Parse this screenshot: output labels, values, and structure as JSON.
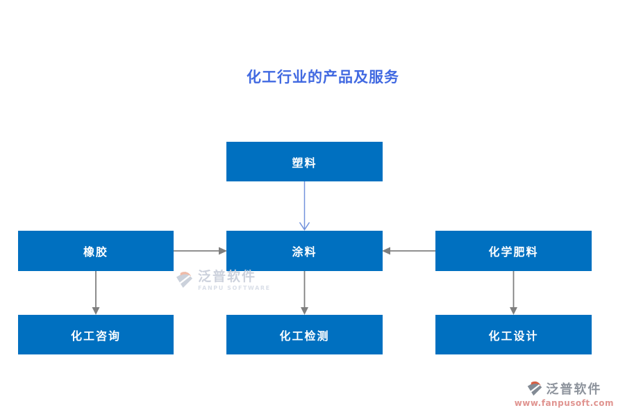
{
  "title": "化工行业的产品及服务",
  "colors": {
    "node_fill": "#0070C0",
    "node_text": "#ffffff",
    "title": "#4169E1",
    "arrow_gray": "#7f7f7f",
    "arrow_blue": "#7191DC"
  },
  "nodes": [
    {
      "id": "plastic",
      "label": "塑料"
    },
    {
      "id": "rubber",
      "label": "橡胶"
    },
    {
      "id": "coating",
      "label": "涂料"
    },
    {
      "id": "fertilizer",
      "label": "化学肥料"
    },
    {
      "id": "consulting",
      "label": "化工咨询"
    },
    {
      "id": "testing",
      "label": "化工检测"
    },
    {
      "id": "design",
      "label": "化工设计"
    }
  ],
  "edges": [
    {
      "from": "plastic",
      "to": "coating",
      "color": "#7191DC",
      "head": "open"
    },
    {
      "from": "rubber",
      "to": "coating",
      "color": "#7f7f7f",
      "head": "solid"
    },
    {
      "from": "fertilizer",
      "to": "coating",
      "color": "#7f7f7f",
      "head": "solid"
    },
    {
      "from": "rubber",
      "to": "consulting",
      "color": "#7f7f7f",
      "head": "solid"
    },
    {
      "from": "coating",
      "to": "testing",
      "color": "#7f7f7f",
      "head": "solid"
    },
    {
      "from": "fertilizer",
      "to": "design",
      "color": "#7f7f7f",
      "head": "solid"
    }
  ],
  "watermark_center": {
    "icon": "fanpu-logo",
    "brand": "泛普软件",
    "tagline": "FANPU SOFTWARE"
  },
  "watermark_footer": {
    "icon": "fanpu-logo",
    "brand": "泛普软件",
    "url": "www.fanpusoft.com"
  }
}
